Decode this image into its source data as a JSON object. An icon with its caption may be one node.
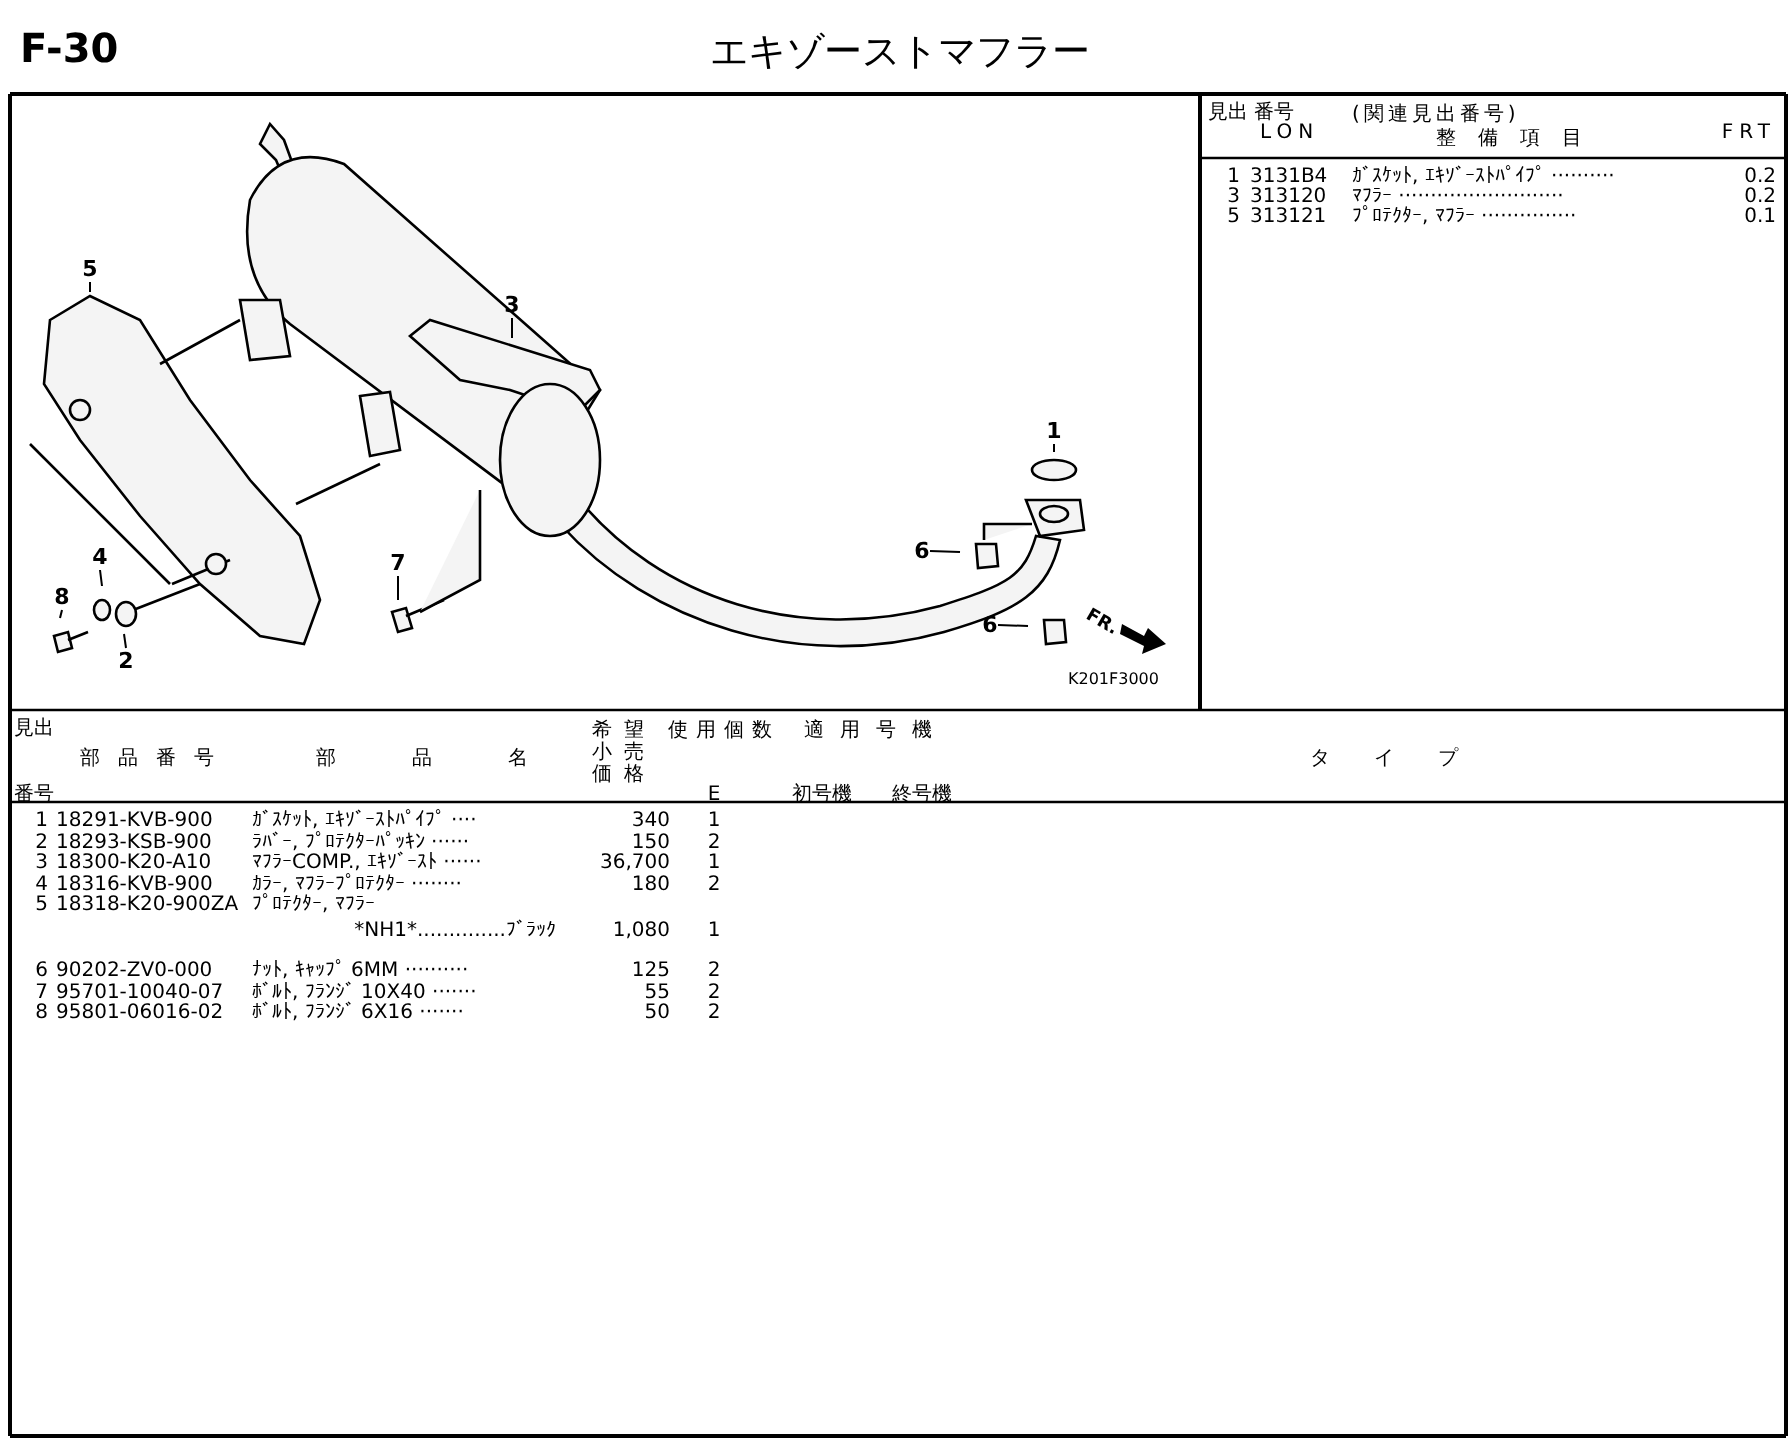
{
  "diagram": {
    "title": "エキゾーストマフラー",
    "nodes": [
      {
        "text": [
          "5"
        ]
      },
      {
        "text": [
          "3"
        ]
      },
      {
        "text": [
          "1"
        ]
      },
      {
        "text": [
          "6"
        ]
      },
      {
        "text": [
          "4"
        ]
      },
      {
        "text": [
          "7"
        ]
      },
      {
        "text": [
          "8"
        ]
      },
      {
        "text": [
          "6"
        ]
      },
      {
        "text": [
          "2"
        ]
      }
    ],
    "edges": [
      {
        "from": 0,
        "to": null,
        "arrow": "none"
      },
      {
        "from": 1,
        "to": null,
        "arrow": "none"
      },
      {
        "from": 2,
        "to": null,
        "arrow": "none"
      },
      {
        "from": 3,
        "to": null,
        "arrow": "none"
      },
      {
        "from": 4,
        "to": null,
        "arrow": "none"
      },
      {
        "from": 5,
        "to": null,
        "arrow": "none"
      },
      {
        "from": 6,
        "to": null,
        "arrow": "none"
      },
      {
        "from": 7,
        "to": null,
        "arrow": "none"
      },
      {
        "from": 8,
        "to": null,
        "arrow": "none"
      }
    ],
    "labels": [
      "F-30",
      "FR.",
      "K201F3000",
      "見出 番号",
      "LON",
      "(関連見出番号)",
      "整備項目",
      "FRT",
      "1",
      "3131B4",
      "ｶﾞｽｹｯﾄ, ｴｷｿﾞｰｽﾄﾊﾟｲﾌﾟ ··········",
      "0.2",
      "3",
      "313120",
      "ﾏﾌﾗｰ ··························",
      "0.2",
      "5",
      "313121",
      "ﾌﾟﾛﾃｸﾀｰ, ﾏﾌﾗｰ ···············",
      "0.1",
      "見出",
      "部品番号",
      "部品名",
      "希望小売価格",
      "使用個数",
      "E",
      "適用号機",
      "初号機",
      "終号機",
      "タイプ",
      "番号",
      "1",
      "18291-KVB-900",
      "ｶﾞｽｹｯﾄ, ｴｷｿﾞｰｽﾄﾊﾟｲﾌﾟ ····",
      "340",
      "1",
      "2",
      "18293-KSB-900",
      "ﾗﾊﾞｰ, ﾌﾟﾛﾃｸﾀｰﾊﾟｯｷﾝ ······",
      "150",
      "2",
      "3",
      "18300-K20-A10",
      "ﾏﾌﾗｰCOMP., ｴｷｿﾞｰｽﾄ ······",
      "36,700",
      "1",
      "4",
      "18316-KVB-900",
      "ｶﾗｰ, ﾏﾌﾗｰﾌﾟﾛﾃｸﾀｰ ········",
      "180",
      "2",
      "5",
      "18318-K20-900ZA",
      "ﾌﾟﾛﾃｸﾀｰ, ﾏﾌﾗｰ",
      "*NH1*..............ﾌﾞﾗｯｸ",
      "1,080",
      "1",
      "6",
      "90202-ZV0-000",
      "ﾅｯﾄ, ｷｬｯﾌﾟ 6MM ··········",
      "125",
      "2",
      "7",
      "95701-10040-07",
      "ﾎﾞﾙﾄ, ﾌﾗﾝｼﾞ 10X40 ·······",
      "55",
      "2",
      "8",
      "95801-06016-02",
      "ﾎﾞﾙﾄ, ﾌﾗﾝｼﾞ 6X16 ·······",
      "50",
      "2"
    ]
  }
}
